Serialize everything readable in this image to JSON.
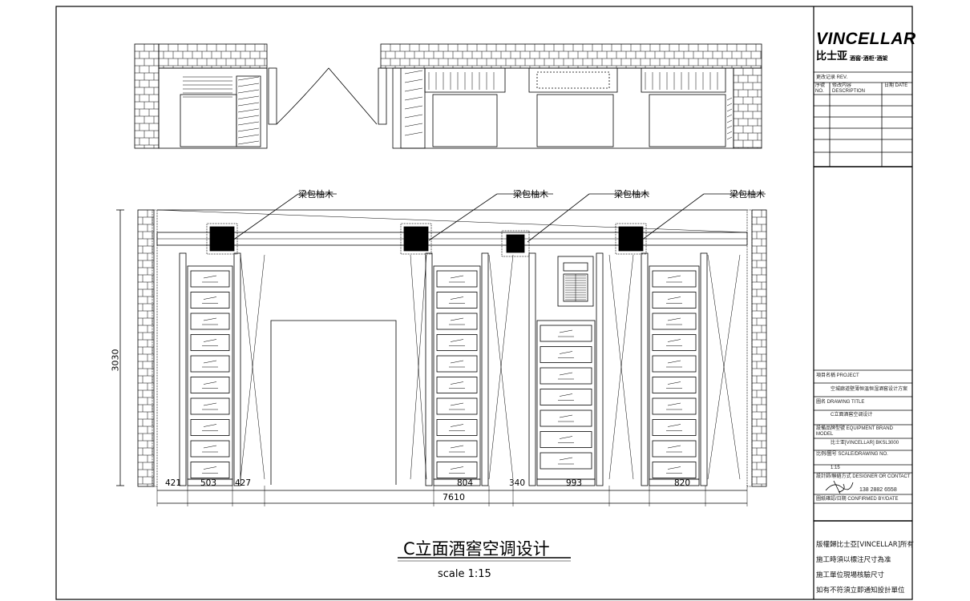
{
  "title_block": {
    "logo_text": "VINCELLAR",
    "logo_sub": "比士亚",
    "logo_tag": "酒窖·酒柜·酒架",
    "revision_label": "更改记录 REV.",
    "rev_cols": [
      "序號 NO.",
      "修改内容 DESCRIPTION",
      "日期 DATE"
    ],
    "project_label": "項目名稱 PROJECT",
    "project_value": "空城廊道壁薄恒温恒湿酒窖设计方案",
    "drawing_label": "圖名 DRAWING TITLE",
    "drawing_value": "C立面酒窖空调设计",
    "brand_label": "設備品牌型號 EQUIPMENT BRAND MODEL",
    "brand_value": "比士亚[VINCELLAR] BKSL3000",
    "scale_label": "比例/圖号 SCALE/DRAWING NO.",
    "scale_value": "1:15",
    "designer_label": "設計師/聯絡方式 DESIGNER OR CONTACT",
    "phone": "138 2882 6558",
    "confirm_label": "圖紙確認/日期 CONFIRMED BY/DATE",
    "notes": [
      "版權歸比士亞[VINCELLAR]所有",
      "施工時須以標注尺寸為准",
      "施工單位現場核驗尺寸",
      "如有不符須立即通知設計單位"
    ]
  },
  "drawing": {
    "title": "C立面酒窖空调设计",
    "scale": "scale 1:15",
    "beam_label": "梁包柚木",
    "dimensions": {
      "height": "3030",
      "total_width": "7610",
      "segments": [
        "421",
        "503",
        "427",
        "804",
        "340",
        "993",
        "820"
      ]
    }
  }
}
